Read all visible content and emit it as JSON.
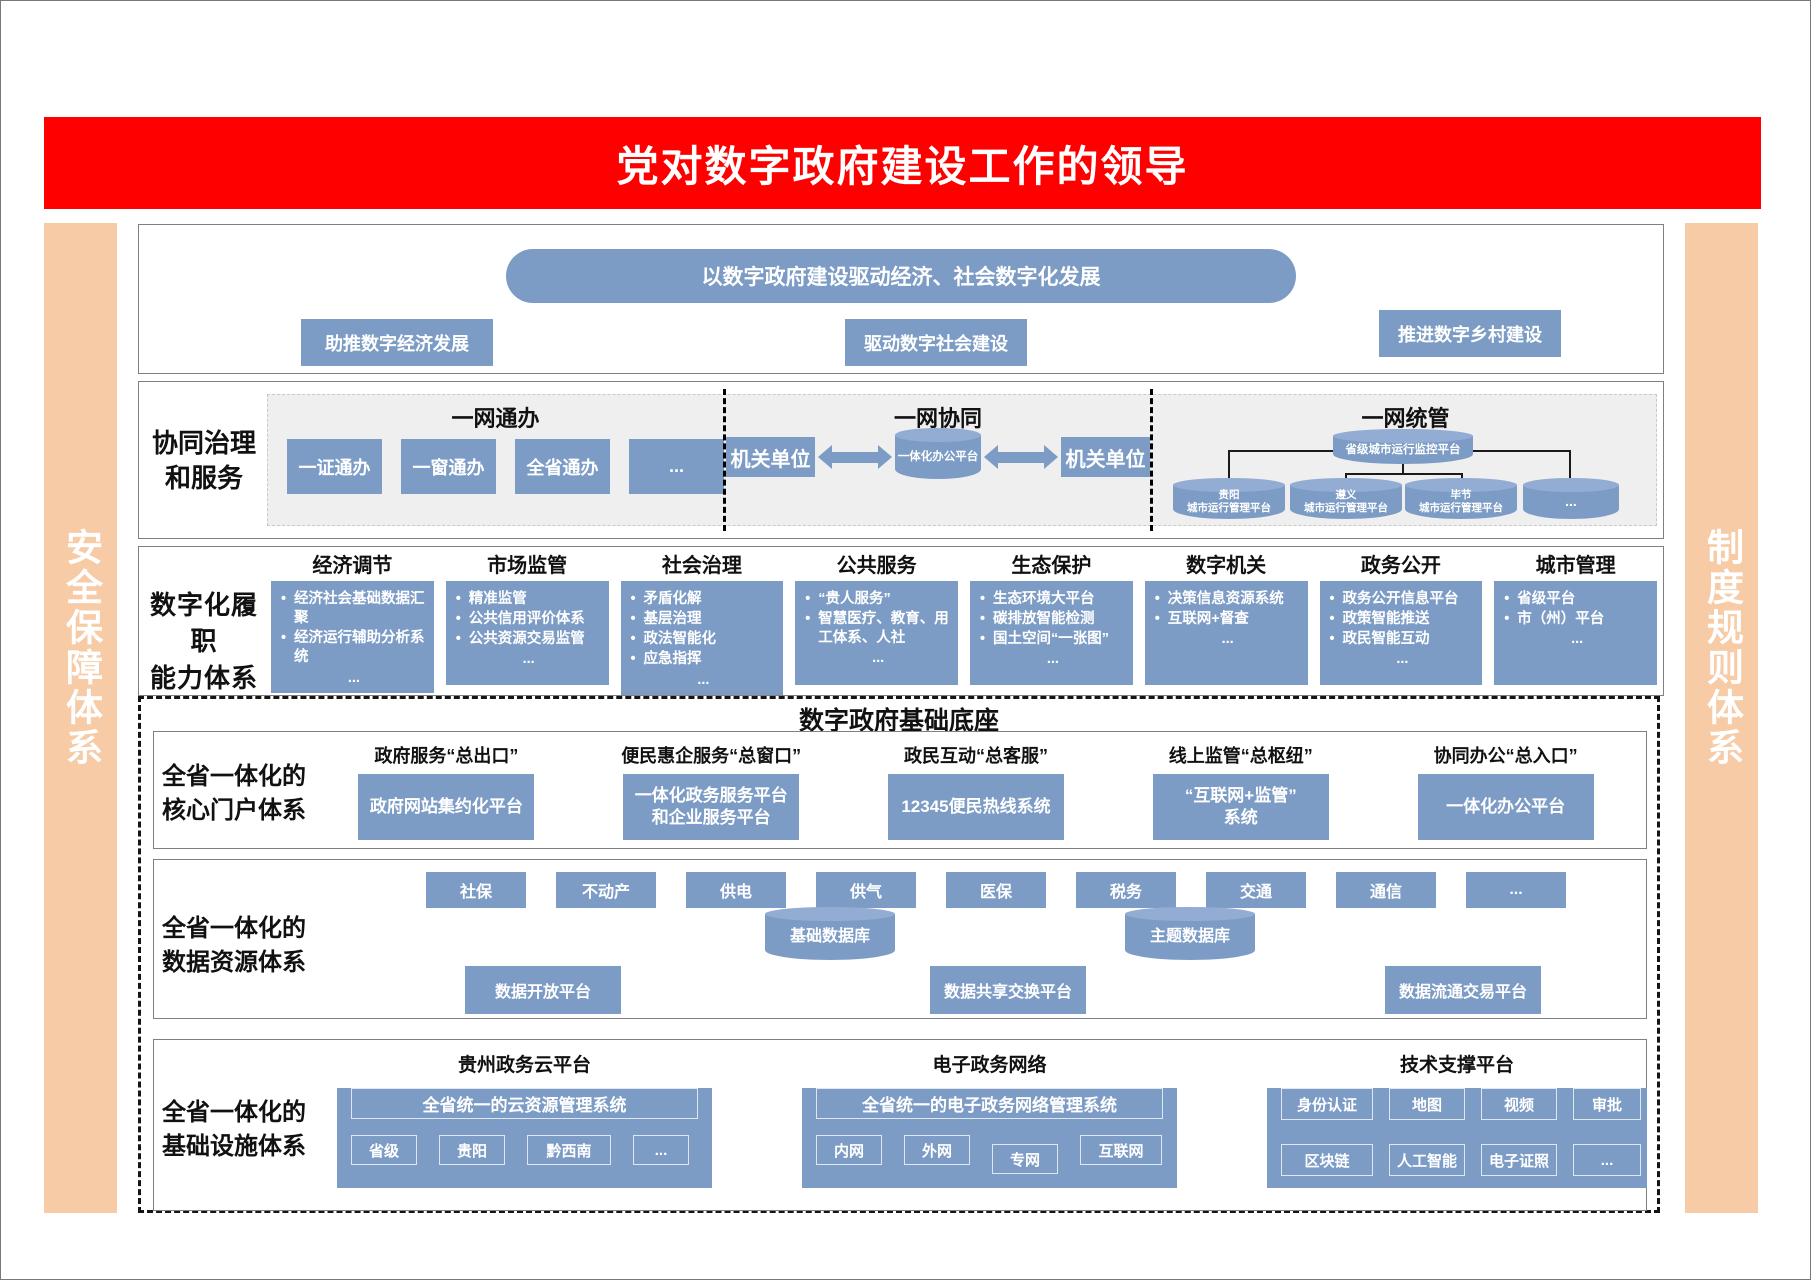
{
  "colors": {
    "banner_red": "#FE0000",
    "sidebar_salmon": "#F6CBA6",
    "box_blue": "#7C9CC6"
  },
  "banner": {
    "title": "党对数字政府建设工作的领导"
  },
  "left_bar": {
    "label": "安全保障体系"
  },
  "right_bar": {
    "label": "制度规则体系"
  },
  "drive": {
    "pill": "以数字政府建设驱动经济、社会数字化发展",
    "boxes": [
      "助推数字经济发展",
      "驱动数字社会建设",
      "推进数字乡村建设"
    ]
  },
  "collab": {
    "label": "协同治理\n和服务",
    "one_net_service": {
      "title": "一网通办",
      "boxes": [
        "一证通办",
        "一窗通办",
        "全省通办",
        "..."
      ]
    },
    "one_net_coord": {
      "title": "一网协同",
      "left_box": "机关单位",
      "hub": "一体化办公平台",
      "right_box": "机关单位"
    },
    "one_net_manage": {
      "title": "一网统管",
      "root": "省级城市运行监控平台",
      "children": [
        "贵阳\n城市运行管理平台",
        "遵义\n城市运行管理平台",
        "毕节\n城市运行管理平台",
        "..."
      ]
    }
  },
  "duties": {
    "label": "数字化履职\n能力体系",
    "columns": [
      {
        "title": "经济调节",
        "items": [
          "经济社会基础数据汇聚",
          "经济运行辅助分析系统",
          "..."
        ]
      },
      {
        "title": "市场监管",
        "items": [
          "精准监管",
          "公共信用评价体系",
          "公共资源交易监管",
          "..."
        ]
      },
      {
        "title": "社会治理",
        "items": [
          "矛盾化解",
          "基层治理",
          "政法智能化",
          "应急指挥",
          "..."
        ]
      },
      {
        "title": "公共服务",
        "items": [
          "“贵人服务”",
          "智慧医疗、教育、用工体系、人社",
          "..."
        ]
      },
      {
        "title": "生态保护",
        "items": [
          "生态环境大平台",
          "碳排放智能检测",
          "国土空间“一张图”",
          "..."
        ]
      },
      {
        "title": "数字机关",
        "items": [
          "决策信息资源系统",
          "互联网+督查",
          "..."
        ]
      },
      {
        "title": "政务公开",
        "items": [
          "政务公开信息平台",
          "政策智能推送",
          "政民智能互动",
          "..."
        ]
      },
      {
        "title": "城市管理",
        "items": [
          "省级平台",
          "市（州）平台",
          "..."
        ]
      }
    ]
  },
  "foundation": {
    "title": "数字政府基础底座",
    "portal": {
      "label": "全省一体化的\n核心门户体系",
      "columns": [
        {
          "title": "政府服务“总出口”",
          "box": "政府网站集约化平台"
        },
        {
          "title": "便民惠企服务“总窗口”",
          "box": "一体化政务服务平台\n和企业服务平台"
        },
        {
          "title": "政民互动“总客服”",
          "box": "12345便民热线系统"
        },
        {
          "title": "线上监管“总枢纽”",
          "box": "“互联网+监管”\n系统"
        },
        {
          "title": "协同办公“总入口”",
          "box": "一体化办公平台"
        }
      ]
    },
    "data_resources": {
      "label": "全省一体化的\n数据资源体系",
      "tags": [
        "社保",
        "不动产",
        "供电",
        "供气",
        "医保",
        "税务",
        "交通",
        "通信",
        "..."
      ],
      "databases": [
        "基础数据库",
        "主题数据库"
      ],
      "platforms": [
        "数据开放平台",
        "数据共享交换平台",
        "数据流通交易平台"
      ]
    },
    "infrastructure": {
      "label": "全省一体化的\n基础设施体系",
      "cloud": {
        "title": "贵州政务云平台",
        "system": "全省统一的云资源管理系统",
        "tags": [
          "省级",
          "贵阳",
          "黔西南",
          "..."
        ]
      },
      "network": {
        "title": "电子政务网络",
        "system": "全省统一的电子政务网络管理系统",
        "tags": [
          "内网",
          "外网",
          "专网",
          "互联网"
        ]
      },
      "tech": {
        "title": "技术支撑平台",
        "tags": [
          "身份认证",
          "地图",
          "视频",
          "审批",
          "区块链",
          "人工智能",
          "电子证照",
          "..."
        ]
      }
    }
  }
}
